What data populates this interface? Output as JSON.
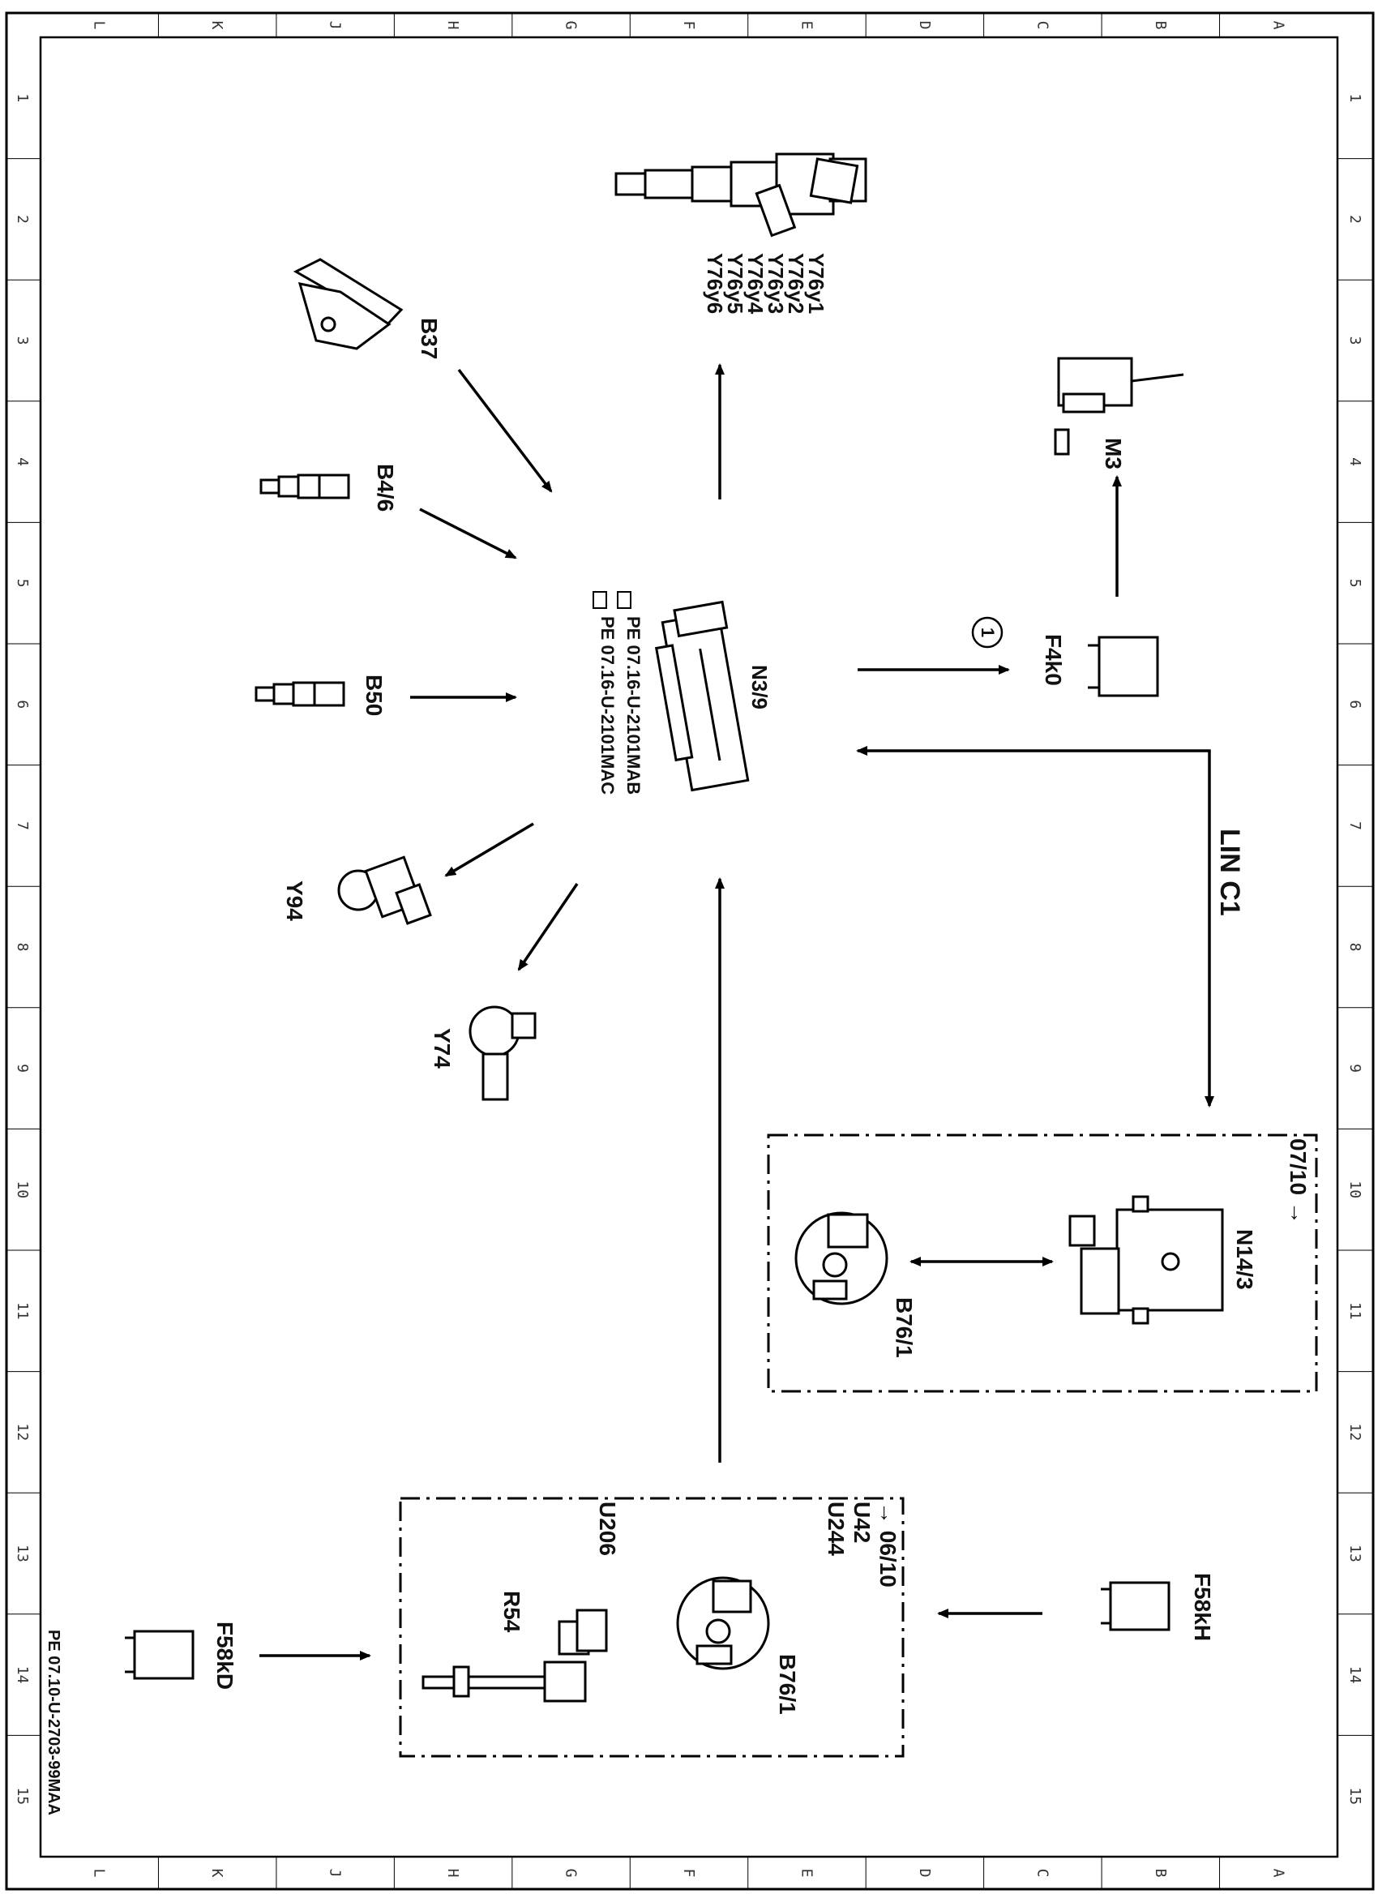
{
  "frame": {
    "column_letters": [
      "L",
      "K",
      "J",
      "H",
      "G",
      "F",
      "E",
      "D",
      "C",
      "B",
      "A"
    ],
    "row_numbers": [
      "1",
      "2",
      "3",
      "4",
      "5",
      "6",
      "7",
      "8",
      "9",
      "10",
      "11",
      "12",
      "13",
      "14",
      "15"
    ]
  },
  "document_id": "PE 07.10-U-2703-99MAA",
  "control_unit": {
    "label": "N3/9",
    "references": [
      "PE 07.16-U-2101MAB",
      "PE 07.16-U-2101MAC"
    ]
  },
  "injectors": {
    "labels": [
      "Y76y1",
      "Y76y2",
      "Y76y3",
      "Y76y4",
      "Y76y5",
      "Y76y6"
    ]
  },
  "sensors": {
    "b37": "B37",
    "b4_6": "B4/6",
    "b50": "B50"
  },
  "actuators": {
    "y94": "Y94",
    "y74": "Y74"
  },
  "fuses": {
    "f4k0": "F4k0",
    "f58kh": "F58kH",
    "f58kd": "F58kD"
  },
  "motor": {
    "label": "M3"
  },
  "callout": {
    "number": "1"
  },
  "bus": {
    "label": "LIN C1"
  },
  "group_upper": {
    "range": "07/10 →",
    "module": "N14/3",
    "sender": "B76/1"
  },
  "group_lower": {
    "range": "→ 06/10",
    "variants": [
      "U42",
      "U244"
    ],
    "variant_u206": "U206",
    "heater": "R54",
    "sender": "B76/1"
  }
}
